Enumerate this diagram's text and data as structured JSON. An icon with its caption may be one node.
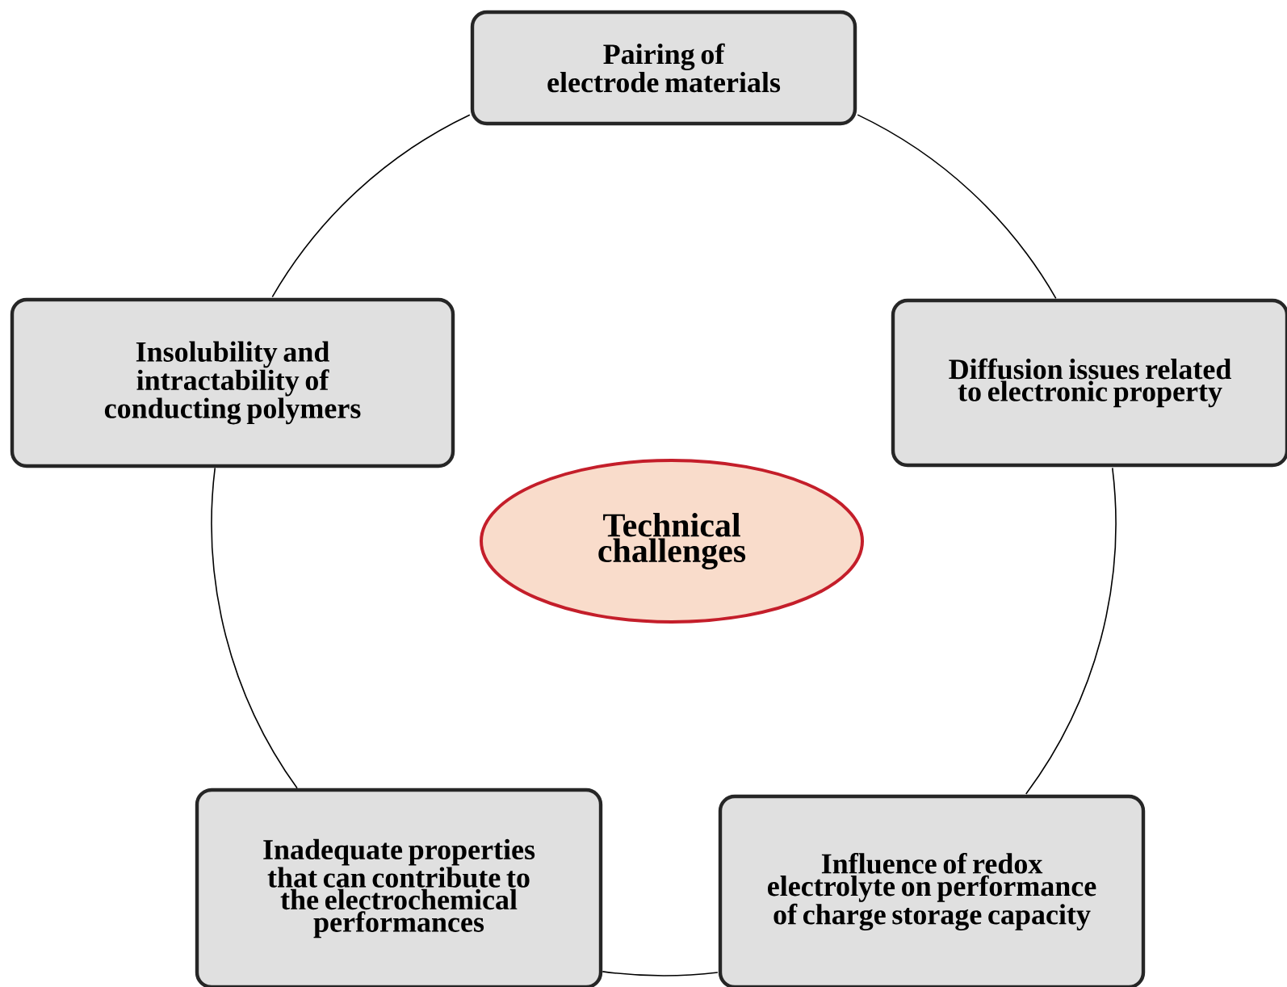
{
  "diagram": {
    "nodes": [
      {
        "text": [
          "Pairing of electrode materials"
        ]
      },
      {
        "text": [
          "Insolubility and intractability of conducting polymers"
        ]
      },
      {
        "text": [
          "Diffusion issues related to electronic property"
        ]
      },
      {
        "text": [
          "Technical challenges"
        ]
      },
      {
        "text": [
          "Inadequate properties that can contribute to the electrochemical performances"
        ]
      },
      {
        "text": [
          "Influence of redox electrolyte on performance of charge storage capacity"
        ]
      }
    ],
    "edges": [
      {
        "from": 0,
        "to": 2,
        "arrow": "none"
      },
      {
        "from": 2,
        "to": 5,
        "arrow": "none"
      },
      {
        "from": 5,
        "to": 4,
        "arrow": "none"
      },
      {
        "from": 4,
        "to": 1,
        "arrow": "none"
      },
      {
        "from": 1,
        "to": 0,
        "arrow": "none"
      }
    ]
  }
}
